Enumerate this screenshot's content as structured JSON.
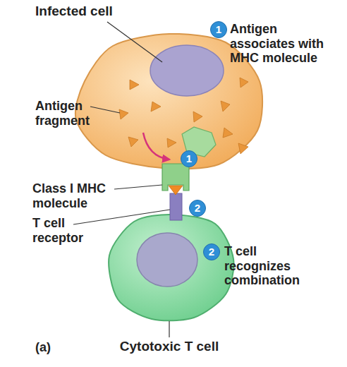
{
  "diagram": {
    "nodes": [
      {
        "text": [
          "Infected cell"
        ]
      },
      {
        "text": [
          "1"
        ]
      },
      {
        "text": [
          "1"
        ],
        "in": 0
      },
      {
        "text": [
          "2"
        ]
      },
      {
        "text": [
          "2"
        ]
      },
      {
        "text": [
          "Cytotoxic T cell"
        ]
      }
    ],
    "labels": [
      "Antigen associates with MHC molecule",
      "Antigen fragment",
      "Class I MHC molecule",
      "T cell receptor",
      "T cell recognizes combination",
      "(a)"
    ]
  }
}
